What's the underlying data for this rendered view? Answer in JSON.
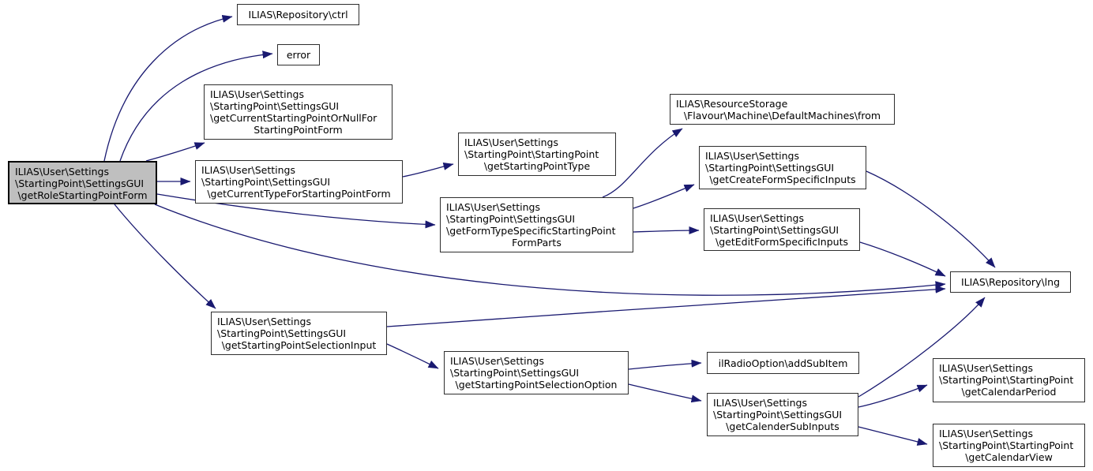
{
  "diagram": {
    "type": "call-graph",
    "colors": {
      "edge": "#191970",
      "node_border": "#2e2e2e",
      "node_fill": "#ffffff",
      "root_fill": "#bfbfbf",
      "background": "#ffffff"
    },
    "nodes": {
      "root": {
        "lines": [
          "ILIAS\\User\\Settings",
          "\\StartingPoint\\SettingsGUI",
          "\\getRoleStartingPointForm"
        ]
      },
      "ctrl": {
        "lines": [
          "ILIAS\\Repository\\ctrl"
        ]
      },
      "error": {
        "lines": [
          "error"
        ]
      },
      "ornull": {
        "lines": [
          "ILIAS\\User\\Settings",
          "\\StartingPoint\\SettingsGUI",
          "\\getCurrentStartingPointOrNullFor",
          "StartingPointForm"
        ]
      },
      "currenttype": {
        "lines": [
          "ILIAS\\User\\Settings",
          "\\StartingPoint\\SettingsGUI",
          "\\getCurrentTypeForStartingPointForm"
        ]
      },
      "pointtype": {
        "lines": [
          "ILIAS\\User\\Settings",
          "\\StartingPoint\\StartingPoint",
          "\\getStartingPointType"
        ]
      },
      "from": {
        "lines": [
          "ILIAS\\ResourceStorage",
          "\\Flavour\\Machine\\DefaultMachines\\from"
        ]
      },
      "createinputs": {
        "lines": [
          "ILIAS\\User\\Settings",
          "\\StartingPoint\\SettingsGUI",
          "\\getCreateFormSpecificInputs"
        ]
      },
      "formparts": {
        "lines": [
          "ILIAS\\User\\Settings",
          "\\StartingPoint\\SettingsGUI",
          "\\getFormTypeSpecificStartingPoint",
          "FormParts"
        ]
      },
      "editinputs": {
        "lines": [
          "ILIAS\\User\\Settings",
          "\\StartingPoint\\SettingsGUI",
          "\\getEditFormSpecificInputs"
        ]
      },
      "lng": {
        "lines": [
          "ILIAS\\Repository\\lng"
        ]
      },
      "selinput": {
        "lines": [
          "ILIAS\\User\\Settings",
          "\\StartingPoint\\SettingsGUI",
          "\\getStartingPointSelectionInput"
        ]
      },
      "seloption": {
        "lines": [
          "ILIAS\\User\\Settings",
          "\\StartingPoint\\SettingsGUI",
          "\\getStartingPointSelectionOption"
        ]
      },
      "addsubitem": {
        "lines": [
          "ilRadioOption\\addSubItem"
        ]
      },
      "calsub": {
        "lines": [
          "ILIAS\\User\\Settings",
          "\\StartingPoint\\SettingsGUI",
          "\\getCalenderSubInputs"
        ]
      },
      "calperiod": {
        "lines": [
          "ILIAS\\User\\Settings",
          "\\StartingPoint\\StartingPoint",
          "\\getCalendarPeriod"
        ]
      },
      "calview": {
        "lines": [
          "ILIAS\\User\\Settings",
          "\\StartingPoint\\StartingPoint",
          "\\getCalendarView"
        ]
      }
    },
    "edges": [
      {
        "from": "root",
        "to": "ctrl"
      },
      {
        "from": "root",
        "to": "error"
      },
      {
        "from": "root",
        "to": "ornull"
      },
      {
        "from": "root",
        "to": "currenttype"
      },
      {
        "from": "root",
        "to": "formparts"
      },
      {
        "from": "root",
        "to": "lng"
      },
      {
        "from": "root",
        "to": "selinput"
      },
      {
        "from": "currenttype",
        "to": "pointtype"
      },
      {
        "from": "formparts",
        "to": "from"
      },
      {
        "from": "formparts",
        "to": "createinputs"
      },
      {
        "from": "formparts",
        "to": "editinputs"
      },
      {
        "from": "createinputs",
        "to": "lng"
      },
      {
        "from": "editinputs",
        "to": "lng"
      },
      {
        "from": "selinput",
        "to": "lng"
      },
      {
        "from": "selinput",
        "to": "seloption"
      },
      {
        "from": "seloption",
        "to": "addsubitem"
      },
      {
        "from": "seloption",
        "to": "calsub"
      },
      {
        "from": "calsub",
        "to": "lng"
      },
      {
        "from": "calsub",
        "to": "calperiod"
      },
      {
        "from": "calsub",
        "to": "calview"
      }
    ]
  }
}
